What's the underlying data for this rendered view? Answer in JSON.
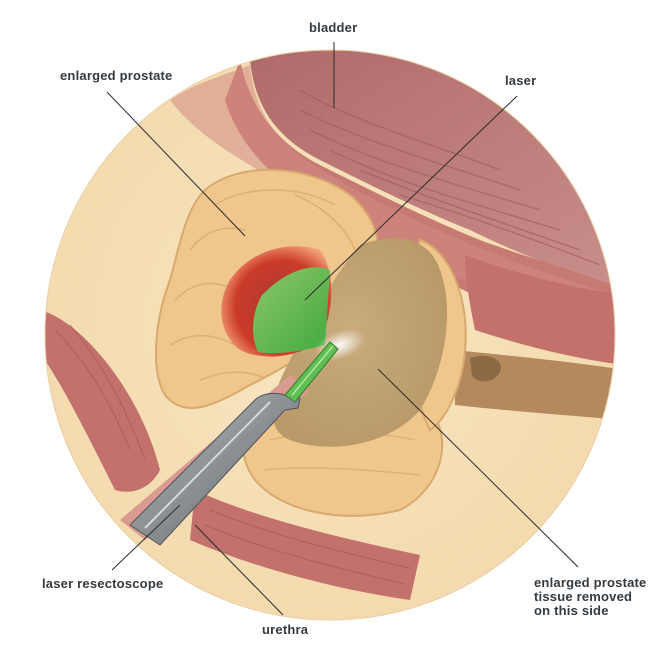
{
  "labels": {
    "bladder": "bladder",
    "enlarged_prostate": "enlarged prostate",
    "laser": "laser",
    "laser_resectoscope": "laser resectoscope",
    "urethra": "urethra",
    "tissue_removed": "enlarged prostate\ntissue removed\non this side"
  },
  "colors": {
    "background_tissue": "#f6dfb6",
    "muscle": "#c3716c",
    "bladder_wall": "#b87976",
    "prostate": "#efc68c",
    "resected_cavity": "#c4a577",
    "laser_beam": "#4db84a",
    "burn": "#c9342b",
    "scope_metal": "#9aa0a4",
    "leader_line": "#2b2b2b",
    "label_text": "#333a40"
  }
}
